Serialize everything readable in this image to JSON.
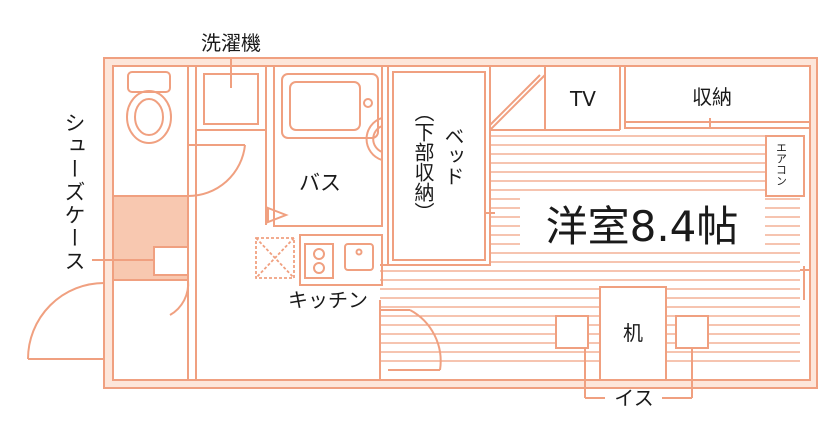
{
  "labels": {
    "washer": "洗濯機",
    "shoe_case": "シューズケース",
    "bath": "バス",
    "bed": "ベッド",
    "bed_note": "（下部収納）",
    "tv": "TV",
    "storage": "収納",
    "aircon": "エアコン",
    "room": "洋室8.4帖",
    "kitchen": "キッチン",
    "desk": "机",
    "chair": "イス"
  },
  "colors": {
    "line": "#f0a080",
    "fill": "#f8c8b0",
    "wall": "#fde6da",
    "text": "#1a1a1a"
  }
}
